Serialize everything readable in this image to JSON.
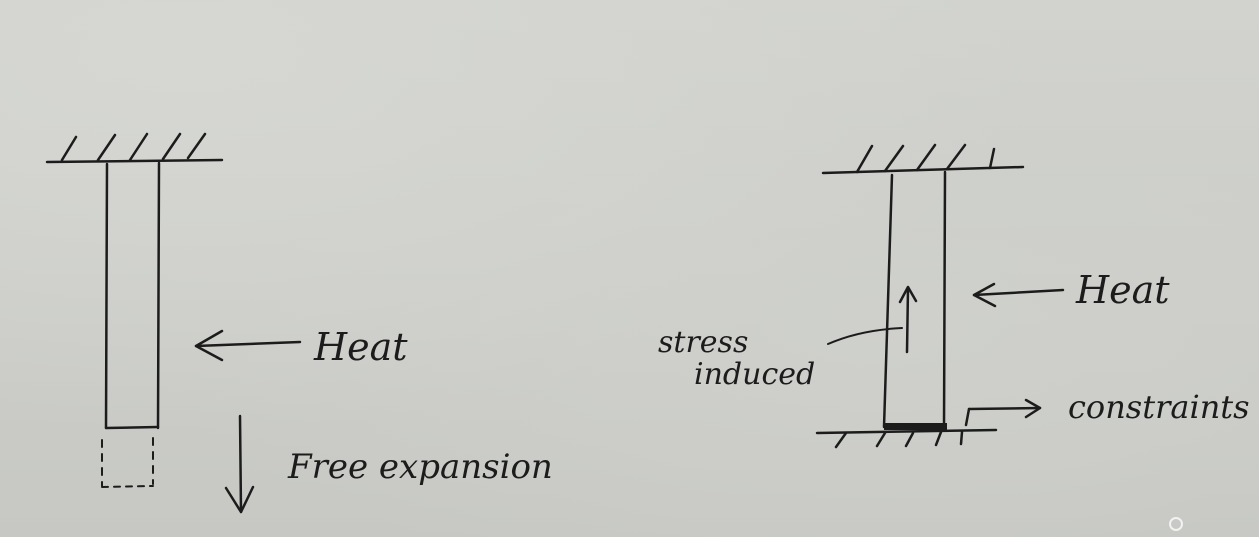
{
  "left_figure": {
    "heat_label": "Heat",
    "expansion_label": "Free expansion"
  },
  "right_figure": {
    "heat_label": "Heat",
    "stress_label_line1": "stress",
    "stress_label_line2": "induced",
    "constraint_label": "constraints"
  },
  "colors": {
    "ink": "#1c1c1c",
    "paper": "#cfd0cc"
  }
}
